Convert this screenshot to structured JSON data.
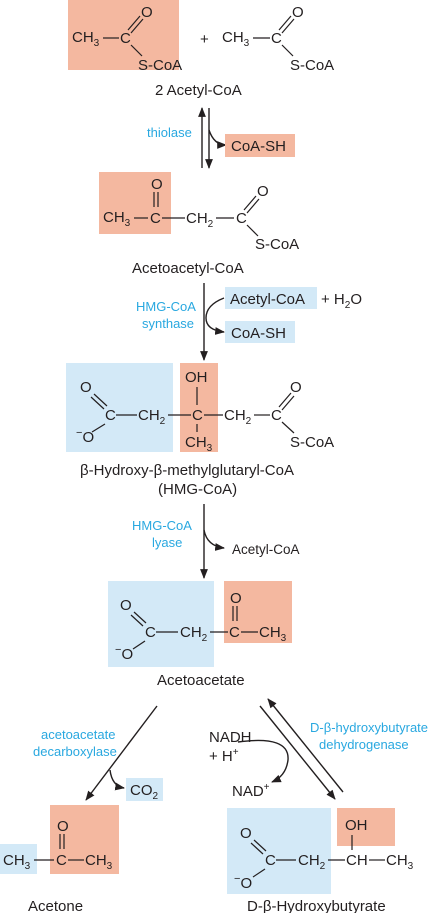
{
  "colors": {
    "orange_box": "#f4b8a0",
    "blue_box": "#d3e9f7",
    "enzyme_text": "#29a8e0",
    "ink": "#231f20"
  },
  "top": {
    "ch3": "CH",
    "sub3": "3",
    "c": "C",
    "o": "O",
    "scoa": "S-CoA",
    "plus": "+",
    "label": "2 Acetyl-CoA"
  },
  "step1": {
    "enzyme": "thiolase",
    "product": "CoA-SH"
  },
  "acetoacetyl": {
    "ch3": "CH",
    "sub3": "3",
    "c": "C",
    "ch2": "CH",
    "sub2": "2",
    "o": "O",
    "scoa": "S-CoA",
    "label": "Acetoacetyl-CoA"
  },
  "step2": {
    "enzyme_line1": "HMG-CoA",
    "enzyme_line2": "synthase",
    "in1": "Acetyl-CoA",
    "in2": "+ H",
    "in2_sub": "2",
    "in2_tail": "O",
    "out": "CoA-SH"
  },
  "hmg": {
    "o": "O",
    "o_minus": "O",
    "minus": "−",
    "c": "C",
    "ch2": "CH",
    "sub2": "2",
    "oh": "OH",
    "ch3": "CH",
    "sub3": "3",
    "scoa": "S-CoA",
    "label1": "β-Hydroxy-β-methylglutaryl-CoA",
    "label2": "(HMG-CoA)"
  },
  "step3": {
    "enzyme_line1": "HMG-CoA",
    "enzyme_line2": "lyase",
    "out": "Acetyl-CoA"
  },
  "acetoacetate": {
    "o": "O",
    "minus": "−",
    "c": "C",
    "ch2": "CH",
    "sub2": "2",
    "ch3": "CH",
    "sub3": "3",
    "label": "Acetoacetate"
  },
  "step4": {
    "enzyme_line1": "acetoacetate",
    "enzyme_line2": "decarboxylase",
    "out": "CO",
    "out_sub": "2"
  },
  "step5": {
    "enzyme_line1": "D-β-hydroxybutyrate",
    "enzyme_line2": "dehydrogenase",
    "nadh": "NADH",
    "hplus": "+ H",
    "hplus_sup": "+",
    "nad": "NAD",
    "nad_sup": "+"
  },
  "acetone": {
    "ch3": "CH",
    "sub3": "3",
    "c": "C",
    "o": "O",
    "label": "Acetone"
  },
  "hydroxybutyrate": {
    "o": "O",
    "minus": "−",
    "c": "C",
    "ch2": "CH",
    "sub2": "2",
    "oh": "OH",
    "ch": "CH",
    "ch3": "CH",
    "sub3": "3",
    "label": "D-β-Hydroxybutyrate"
  }
}
